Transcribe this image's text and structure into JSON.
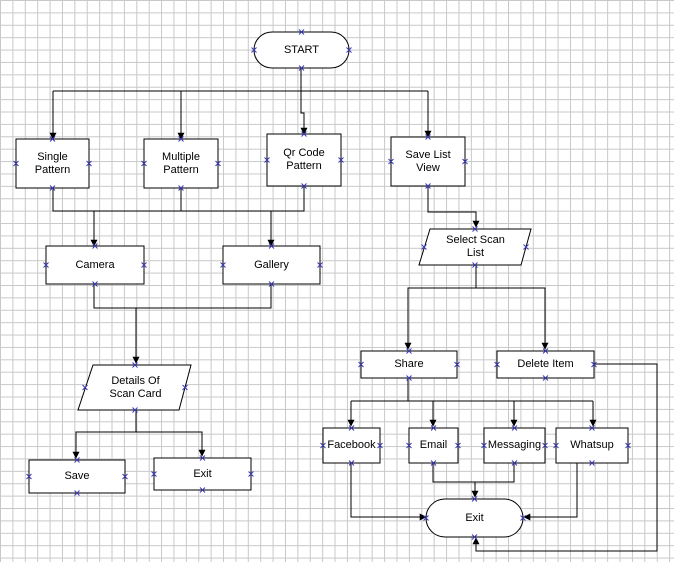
{
  "nodes": {
    "start": "START",
    "single_pattern": "Single\nPattern",
    "multiple_pattern": "Multiple\nPattern",
    "qr_code_pattern": "Qr Code\nPattern",
    "save_list_view": "Save List\nView",
    "camera": "Camera",
    "gallery": "Gallery",
    "select_scan_list": "Select Scan\nList",
    "details_of_scan_card": "Details Of\nScan Card",
    "share": "Share",
    "delete_item": "Delete Item",
    "save": "Save",
    "exit_left": "Exit",
    "facebook": "Facebook",
    "email": "Email",
    "messaging": "Messaging",
    "whatsup": "Whatsup",
    "exit_right": "Exit"
  },
  "colors": {
    "shape_fill": "#ffffff",
    "stroke": "#000000",
    "connection_marker": "#3b3bb8",
    "grid": "#c8c8c8"
  }
}
